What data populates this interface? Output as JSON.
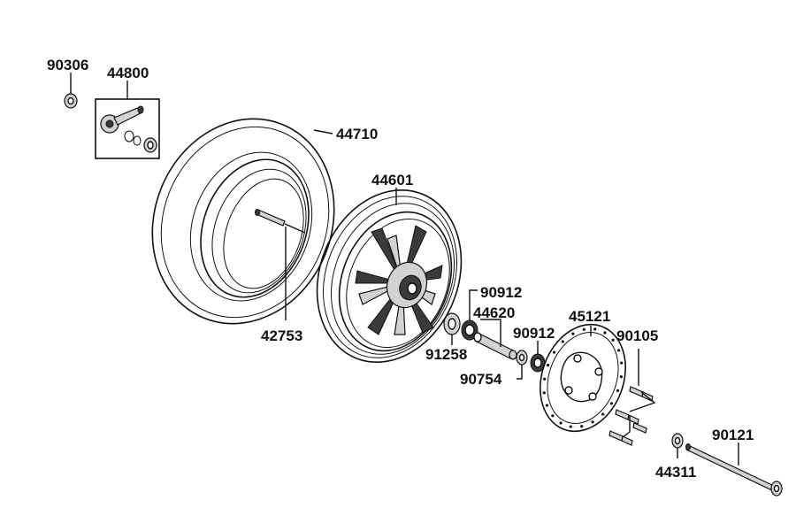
{
  "parts": {
    "p90306": "90306",
    "p44800": "44800",
    "p44710": "44710",
    "p44601": "44601",
    "p42753": "42753",
    "p90912a": "90912",
    "p44620": "44620",
    "p90912b": "90912",
    "p91258": "91258",
    "p90754": "90754",
    "p45121": "45121",
    "p90105": "90105",
    "p90121": "90121",
    "p44311": "44311"
  }
}
